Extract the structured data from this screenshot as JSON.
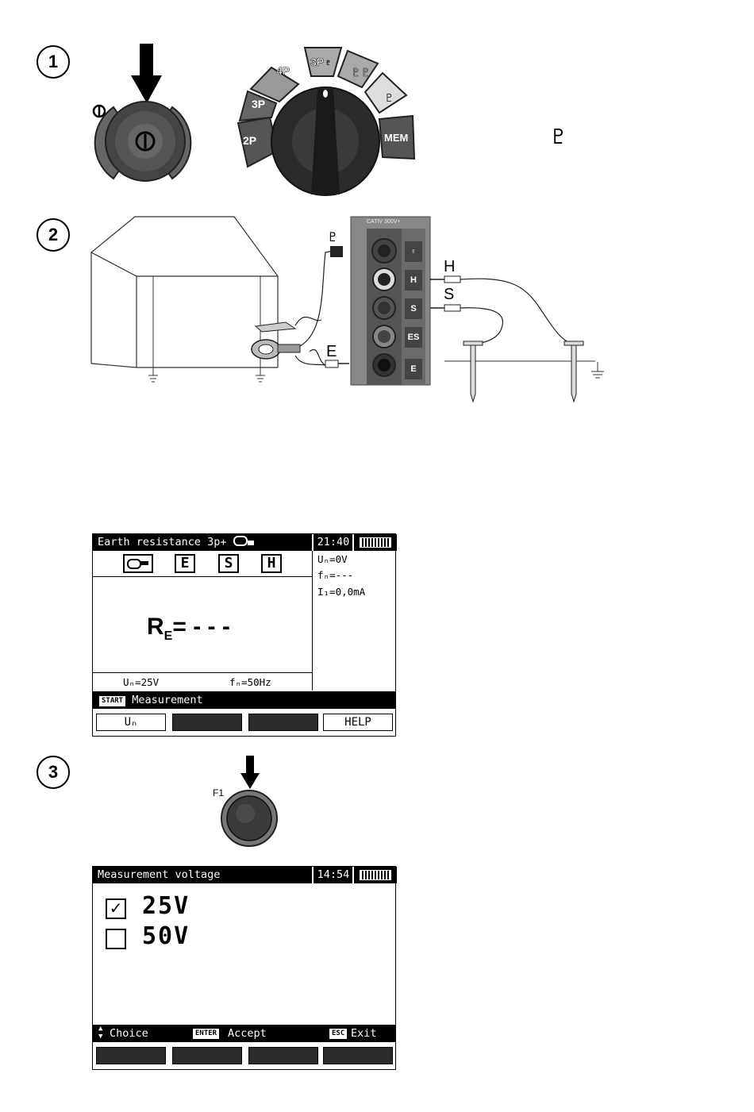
{
  "steps": [
    "1",
    "2",
    "3"
  ],
  "step1": {
    "power_symbol": "⏻",
    "dial_positions": [
      "2P",
      "3P",
      "4P",
      "3P♇",
      "♇♇",
      "♇",
      "MEM"
    ],
    "clamp_symbol": "♇"
  },
  "step2": {
    "meter_header": "CATIV 300V+",
    "terminals": [
      "♇",
      "H",
      "S",
      "ES",
      "E"
    ],
    "labels": {
      "h": "H",
      "s": "S",
      "e": "E"
    }
  },
  "screen1": {
    "title": "Earth resistance 3p+",
    "clock": "21:40",
    "indicators": [
      "E",
      "S",
      "H"
    ],
    "side": {
      "un": "Uₙ=0V",
      "fn": "fₙ=---",
      "i1": "I₁=0,0mA"
    },
    "result_label": "R",
    "result_sub": "E",
    "result_value": "= - - -",
    "un_set": "Uₙ=25V",
    "fn_set": "fₙ=50Hz",
    "start_tag": "START",
    "status": "Measurement",
    "softkeys": [
      "Uₙ",
      "",
      "",
      "HELP"
    ]
  },
  "step3": {
    "button_label": "F1"
  },
  "screen2": {
    "title": "Measurement voltage",
    "clock": "14:54",
    "options": [
      {
        "label": "25V",
        "checked": true
      },
      {
        "label": "50V",
        "checked": false
      }
    ],
    "footer": {
      "choice": "Choice",
      "enter_tag": "ENTER",
      "accept": "Accept",
      "esc_tag": "ESC",
      "exit": "Exit"
    }
  },
  "colors": {
    "lcd_bar": "#000000",
    "dial_dark": "#2b2b2b",
    "dial_ring": "#7a7a7a",
    "dial_light": "#d8d8d8"
  }
}
